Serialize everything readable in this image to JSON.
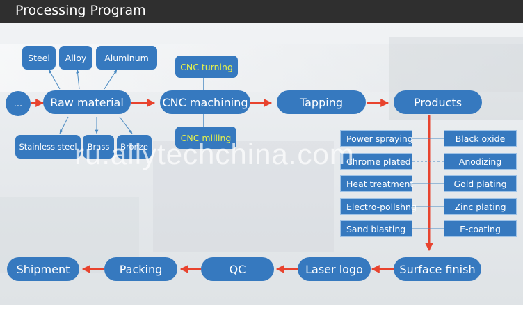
{
  "header": {
    "title": "Processing Program"
  },
  "watermark": "ru.allytechchina.com",
  "main_flow": {
    "ellipsis": "...",
    "raw_material": "Raw material",
    "cnc_machining": "CNC machining",
    "tapping": "Tapping",
    "products": "Products"
  },
  "materials": {
    "steel": "Steel",
    "alloy": "Alloy",
    "aluminum": "Aluminum",
    "stainless_steel": "Stainless steel",
    "brass": "Brass",
    "bronze": "Bronze"
  },
  "cnc_types": {
    "turning": "CNC turning",
    "milling": "CNC milling"
  },
  "finishes_left": [
    "Power spraying",
    "Chrome plated",
    "Heat treatment",
    "Electro-pollshng",
    "Sand blasting"
  ],
  "finishes_right": [
    "Black oxide",
    "Anodizing",
    "Gold plating",
    "Zinc plating",
    "E-coating"
  ],
  "bottom_flow": {
    "surface_finish": "Surface finish",
    "laser_logo": "Laser logo",
    "qc": "QC",
    "packing": "Packing",
    "shipment": "Shipment"
  },
  "colors": {
    "node_blue": "#3679bf",
    "arrow_red": "#e8432e",
    "header_bg": "#2f2f2f",
    "label_yellow": "#e6f04a"
  }
}
